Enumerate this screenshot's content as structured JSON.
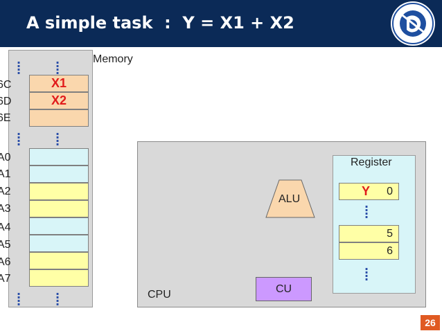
{
  "slide": {
    "title": "A simple task  :  Y = X1 + X2",
    "page_number": "26"
  },
  "logo": {
    "icon": "university-logo-icon"
  },
  "memory": {
    "label": "Memory",
    "addresses": [
      "6C",
      "6D",
      "6E",
      "A0",
      "A1",
      "A2",
      "A3",
      "A4",
      "A5",
      "A6",
      "A7"
    ],
    "cells": [
      {
        "value": "X1",
        "color": "#fad7ad"
      },
      {
        "value": "X2",
        "color": "#fad7ad"
      },
      {
        "value": "",
        "color": "#fad7ad"
      },
      {
        "value": "",
        "color": "#d8f5f8"
      },
      {
        "value": "",
        "color": "#d8f5f8"
      },
      {
        "value": "",
        "color": "#ffffa6"
      },
      {
        "value": "",
        "color": "#ffffa6"
      },
      {
        "value": "",
        "color": "#d8f5f8"
      },
      {
        "value": "",
        "color": "#d8f5f8"
      },
      {
        "value": "",
        "color": "#ffffa6"
      },
      {
        "value": "",
        "color": "#ffffa6"
      }
    ]
  },
  "cpu": {
    "label": "CPU",
    "alu_label": "ALU",
    "cu_label": "CU",
    "register": {
      "label": "Register",
      "rows": [
        {
          "value": "Y",
          "number": "0"
        },
        {
          "value": "",
          "number": "5"
        },
        {
          "value": "",
          "number": "6"
        }
      ]
    }
  },
  "colors": {
    "title_bar": "#0b2a57",
    "highlight_text": "#e11b1b",
    "cu": "#cc99ff",
    "alu": "#fad7ad",
    "register_panel": "#d8f5f8",
    "page_badge": "#e05a22"
  }
}
